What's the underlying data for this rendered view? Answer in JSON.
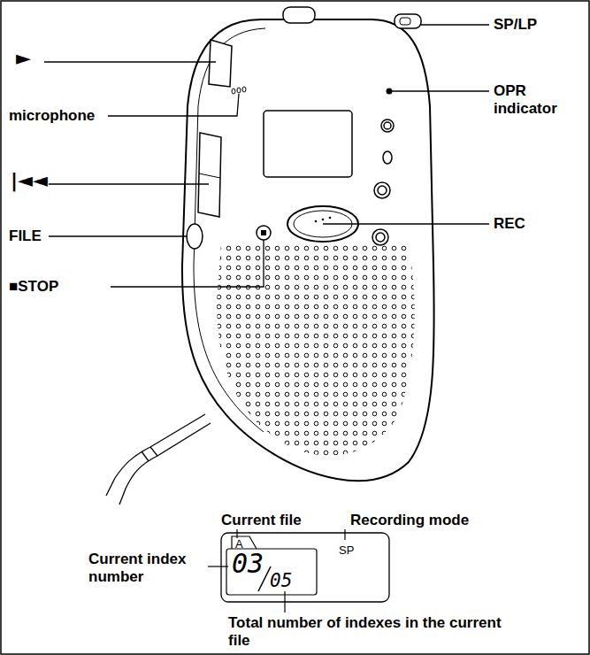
{
  "diagram": {
    "labels": [
      "►",
      "microphone",
      "|◄◄",
      "FILE",
      "■STOP",
      "SP/LP",
      "OPR indicator",
      "REC",
      "Current file",
      "Recording mode",
      "Current index number",
      "A",
      "SP",
      "03",
      "05",
      "Total number of indexes in the current file"
    ]
  }
}
